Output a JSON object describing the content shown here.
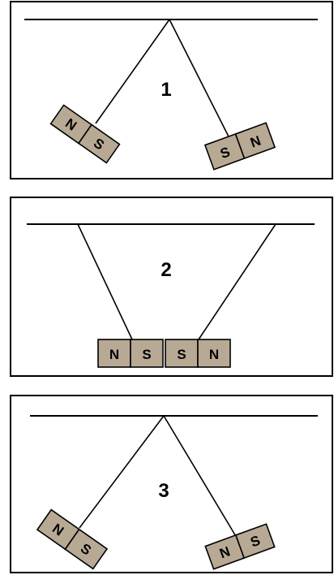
{
  "colors": {
    "magnet_fill": "#b7a994",
    "stroke": "#000000",
    "background": "#ffffff"
  },
  "panels": [
    {
      "number": "1",
      "left_magnet": {
        "poles": [
          "N",
          "S"
        ]
      },
      "right_magnet": {
        "poles": [
          "S",
          "N"
        ]
      }
    },
    {
      "number": "2",
      "left_magnet": {
        "poles": [
          "N",
          "S"
        ]
      },
      "right_magnet": {
        "poles": [
          "S",
          "N"
        ]
      }
    },
    {
      "number": "3",
      "left_magnet": {
        "poles": [
          "N",
          "S"
        ]
      },
      "right_magnet": {
        "poles": [
          "N",
          "S"
        ]
      }
    }
  ]
}
